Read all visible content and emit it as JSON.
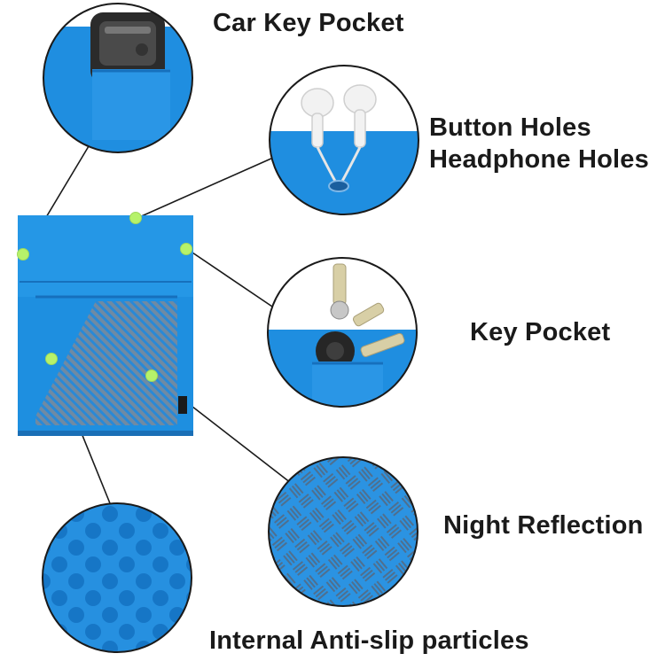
{
  "labels": {
    "car_key_pocket": "Car Key Pocket",
    "button_holes": "Button Holes",
    "headphone_holes": "Headphone Holes",
    "key_pocket": "Key Pocket",
    "night_reflection": "Night Reflection",
    "anti_slip": "Internal Anti-slip particles"
  },
  "colors": {
    "fabric": "#1e8fe0",
    "fabric_dark": "#1677c4",
    "reflective": "#7f93a6",
    "dot_marker": "#b6f26a",
    "leader_line": "#1a1a1a"
  },
  "icons": {
    "car_key": "car-key-icon",
    "earphones": "earphones-icon",
    "keys": "key-ring-icon"
  }
}
